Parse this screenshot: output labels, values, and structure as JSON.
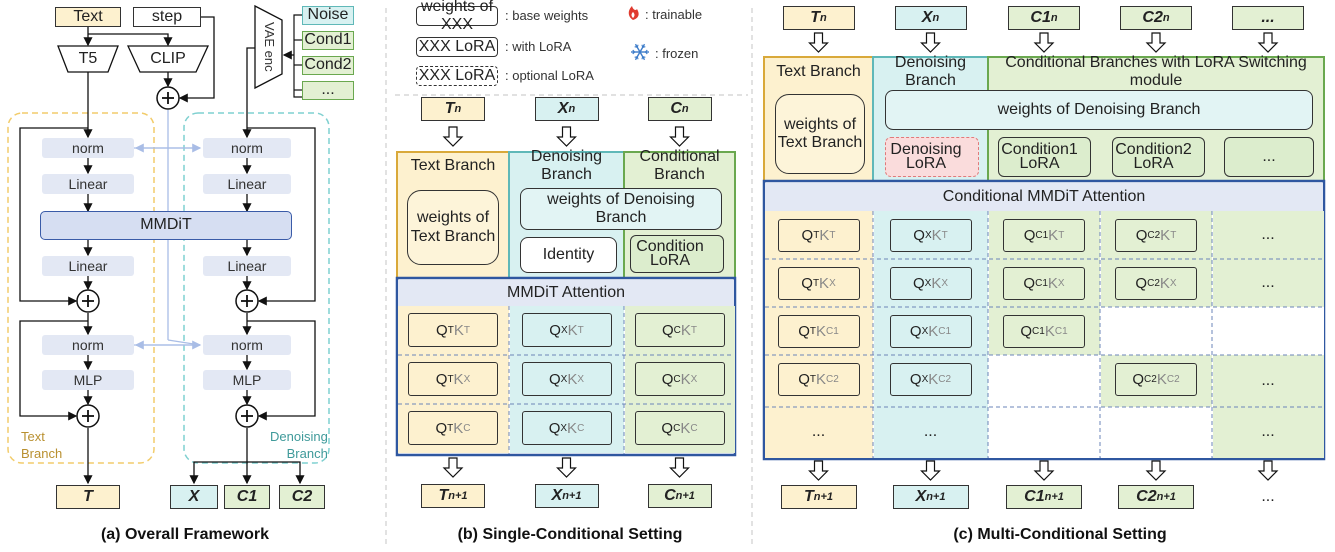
{
  "a": {
    "caption": "(a) Overall Framework",
    "inputs": {
      "text": "Text",
      "step": "step"
    },
    "encoders": {
      "t5": "T5",
      "clip": "CLIP",
      "vae": "VAE enc"
    },
    "cond_inputs": [
      "Noise",
      "Cond1",
      "Cond2",
      "..."
    ],
    "norm": "norm",
    "linear": "Linear",
    "mlp": "MLP",
    "mmdit": "MMDiT",
    "text_branch": "Text\nBranch",
    "denoise_branch": "Denoising\nBranch",
    "outputs": [
      "T",
      "X",
      "C1",
      "C2"
    ]
  },
  "b": {
    "caption": "(b) Single-Conditional Setting",
    "legend": {
      "base_box": "weights of  XXX",
      "base_desc": ": base weights",
      "lora_box": "XXX  LoRA",
      "lora_desc": ": with LoRA",
      "opt_box": "XXX  LoRA",
      "opt_desc": ": optional LoRA",
      "trainable": ": trainable",
      "frozen": ": frozen"
    },
    "inputs": [
      {
        "m": "T",
        "s": "n"
      },
      {
        "m": "X",
        "s": "n"
      },
      {
        "m": "C",
        "s": "n"
      }
    ],
    "headers": [
      "Text Branch",
      "Denoising Branch",
      "Conditional Branch"
    ],
    "text_weights": "weights of Text Branch",
    "denoise_weights": "weights of Denoising Branch",
    "identity": "Identity",
    "cond_lora": "Condition\nLoRA",
    "attention": "MMDiT Attention",
    "grid": [
      [
        [
          "T",
          "T"
        ],
        [
          "X",
          "T"
        ],
        [
          "C",
          "T"
        ]
      ],
      [
        [
          "T",
          "X"
        ],
        [
          "X",
          "X"
        ],
        [
          "C",
          "X"
        ]
      ],
      [
        [
          "T",
          "C"
        ],
        [
          "X",
          "C"
        ],
        [
          "C",
          "C"
        ]
      ]
    ],
    "outputs": [
      {
        "m": "T",
        "s": "n+1"
      },
      {
        "m": "X",
        "s": "n+1"
      },
      {
        "m": "C",
        "s": "n+1"
      }
    ]
  },
  "c": {
    "caption": "(c) Multi-Conditional Setting",
    "inputs": [
      {
        "m": "T",
        "s": "n"
      },
      {
        "m": "X",
        "s": "n"
      },
      {
        "m": "C1",
        "s": "n"
      },
      {
        "m": "C2",
        "s": "n"
      },
      {
        "m": "...",
        "s": ""
      }
    ],
    "headers": [
      "Text Branch",
      "Denoising Branch",
      "Conditional Branches with LoRA Switching module"
    ],
    "text_weights": "weights of Text Branch",
    "denoise_weights": "weights of Denoising Branch",
    "denoise_lora": "Denoising\nLoRA",
    "cond1_lora": "Condition1\nLoRA",
    "cond2_lora": "Condition2\nLoRA",
    "more": "...",
    "attention": "Conditional MMDiT Attention",
    "grid": [
      [
        [
          "T",
          "T"
        ],
        [
          "X",
          "T"
        ],
        [
          "C1",
          "T"
        ],
        [
          "C2",
          "T"
        ],
        "..."
      ],
      [
        [
          "T",
          "X"
        ],
        [
          "X",
          "X"
        ],
        [
          "C1",
          "X"
        ],
        [
          "C2",
          "X"
        ],
        "..."
      ],
      [
        [
          "T",
          "C1"
        ],
        [
          "X",
          "C1"
        ],
        [
          "C1",
          "C1"
        ],
        "",
        ""
      ],
      [
        [
          "T",
          "C2"
        ],
        [
          "X",
          "C2"
        ],
        "",
        [
          "C2",
          "C2"
        ],
        "..."
      ],
      [
        "...",
        "...",
        "",
        "",
        "..."
      ]
    ],
    "outputs": [
      {
        "m": "T",
        "s": "n+1"
      },
      {
        "m": "X",
        "s": "n+1"
      },
      {
        "m": "C1",
        "s": "n+1"
      },
      {
        "m": "C2",
        "s": "n+1"
      },
      {
        "m": "...",
        "s": ""
      }
    ]
  },
  "colors": {
    "text_fill": "#fdf1cf",
    "text_border": "#d9a93a",
    "denoise_fill": "#d8f1f1",
    "denoise_border": "#5fb8b8",
    "cond_fill": "#e3f0d3",
    "cond_border": "#6aa84f",
    "attn_border": "#2f57a0",
    "attn_header": "#e3e8f4",
    "lora_fill": "#fadcdc",
    "lora_border": "#e07a7a"
  }
}
